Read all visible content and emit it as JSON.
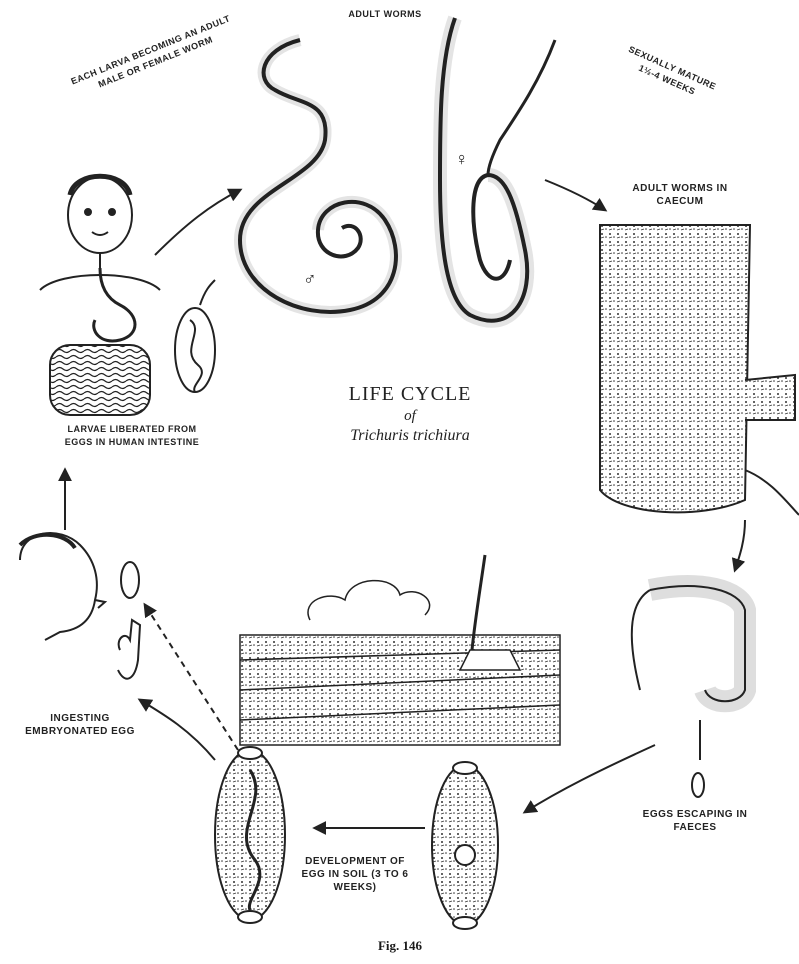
{
  "title": {
    "line1": "LIFE CYCLE",
    "line2": "of",
    "line3": "Trichuris trichiura"
  },
  "labels": {
    "adult_worms": "ADULT WORMS",
    "each_larva": "EACH LARVA BECOMING AN ADULT MALE OR FEMALE WORM",
    "sexually_mature": "SEXUALLY MATURE 1½-4 WEEKS",
    "adult_worms_caecum": "ADULT WORMS IN CAECUM",
    "larvae_liberated": "LARVAE LIBERATED FROM EGGS IN HUMAN INTESTINE",
    "ingesting": "INGESTING EMBRYONATED EGG",
    "development": "DEVELOPMENT OF EGG IN SOIL (3 TO 6 WEEKS)",
    "eggs_escaping": "EGGS ESCAPING IN FAECES"
  },
  "symbols": {
    "male": "♂",
    "female": "♀"
  },
  "caption": "Fig. 146"
}
